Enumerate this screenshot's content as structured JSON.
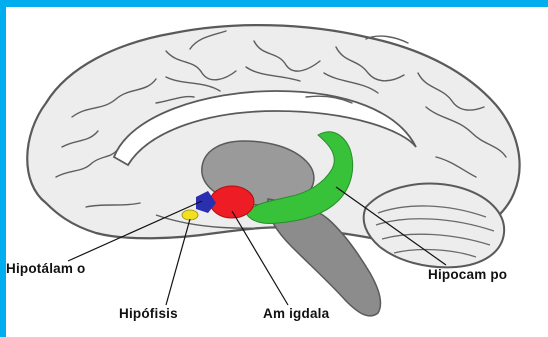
{
  "diagram": {
    "labels": {
      "hipotalamo": "Hipotálam o",
      "hipofisis": "Hipófisis",
      "amigdala": "Am igdala",
      "hipocampo": "Hipocam po"
    },
    "colors": {
      "background_frame": "#00aeef",
      "brain_fill": "#ededed",
      "brain_outline": "#5a5a5a",
      "thalamus_gray": "#9a9a9a",
      "brainstem_gray": "#8c8c8c",
      "hippocampus": "#37c23a",
      "amygdala": "#ee1c24",
      "hypothalamus": "#2a2fb0",
      "pituitary": "#f0e020"
    }
  }
}
